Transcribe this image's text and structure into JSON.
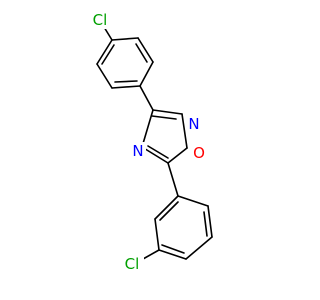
{
  "molecule": {
    "atoms": {
      "cl_top": {
        "label": "Cl",
        "color": "#00A000"
      },
      "n_ring_upper": {
        "label": "N",
        "color": "#0000FF"
      },
      "n_ring_lower": {
        "label": "N",
        "color": "#0000FF"
      },
      "o_ring": {
        "label": "O",
        "color": "#FF0000"
      },
      "cl_bottom": {
        "label": "Cl",
        "color": "#00A000"
      }
    }
  }
}
